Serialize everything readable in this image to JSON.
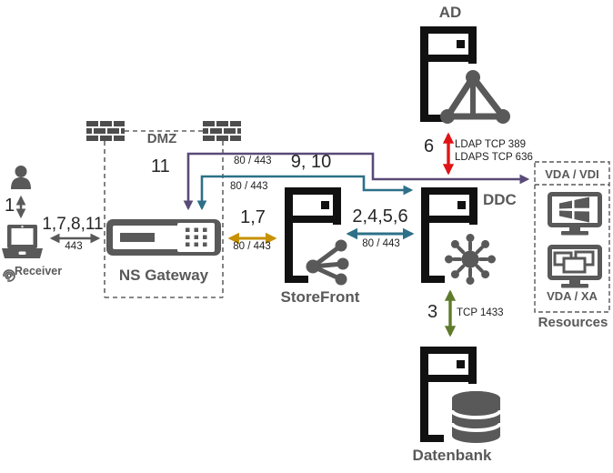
{
  "zones": {
    "dmz": {
      "label": "DMZ"
    },
    "resources": {
      "label": "Resources",
      "vdi_label": "VDA / VDI",
      "xa_label": "VDA / XA"
    }
  },
  "nodes": {
    "receiver": {
      "label": "Receiver"
    },
    "gateway": {
      "label": "NS Gateway"
    },
    "storefront": {
      "label": "StoreFront"
    },
    "ddc": {
      "label": "DDC"
    },
    "ad": {
      "label": "AD"
    },
    "database": {
      "label": "Datenbank"
    }
  },
  "connections": {
    "user_receiver": {
      "steps": "1"
    },
    "receiver_gateway": {
      "steps": "1,7,8,11",
      "port": "443",
      "color": "#595959"
    },
    "gateway_storefront": {
      "steps": "1,7",
      "port": "80 / 443",
      "color": "#c79100"
    },
    "storefront_ddc": {
      "steps": "2,4,5,6",
      "port": "80 / 443",
      "color": "#2d7088"
    },
    "gateway_resources": {
      "steps": "11",
      "port": "80 / 443",
      "color": "#5a4a77"
    },
    "gateway_ddc": {
      "steps": "9, 10",
      "port": "80 / 443",
      "color": "#2d7088"
    },
    "ad_ddc": {
      "steps": "6",
      "port_ldap": "LDAP TCP 389",
      "port_ldaps": "LDAPS TCP 636",
      "color": "#e01417"
    },
    "ddc_database": {
      "steps": "3",
      "port": "TCP 1433",
      "color": "#5e7b2b"
    }
  }
}
